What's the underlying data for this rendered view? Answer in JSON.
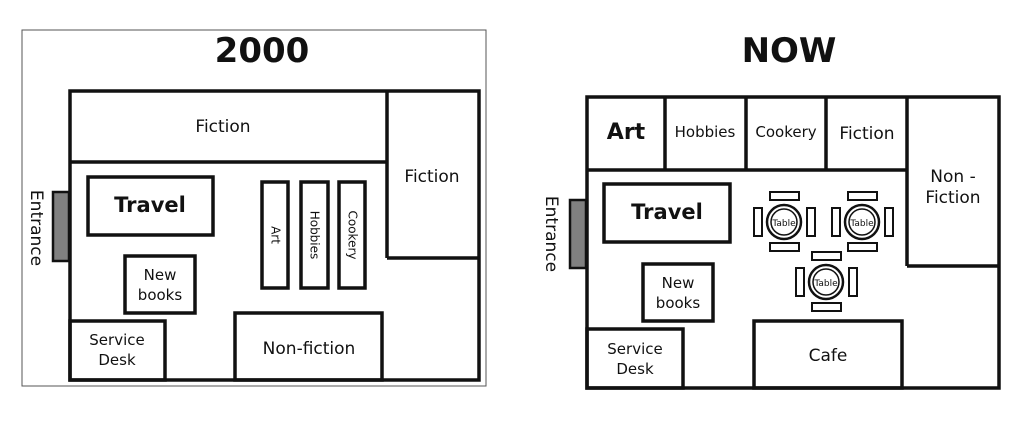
{
  "left_plan": {
    "title": "2000",
    "entrance": "Entrance",
    "rooms": {
      "fiction_top": "Fiction",
      "fiction_right": "Fiction",
      "travel": "Travel",
      "art": "Art",
      "hobbies": "Hobbies",
      "cookery": "Cookery",
      "new_books_line1": "New",
      "new_books_line2": "books",
      "service_desk_line1": "Service",
      "service_desk_line2": "Desk",
      "non_fiction": "Non-fiction"
    }
  },
  "right_plan": {
    "title": "NOW",
    "entrance": "Entrance",
    "rooms": {
      "art": "Art",
      "hobbies": "Hobbies",
      "cookery": "Cookery",
      "fiction": "Fiction",
      "non_fiction_line1": "Non -",
      "non_fiction_line2": "Fiction",
      "travel": "Travel",
      "new_books_line1": "New",
      "new_books_line2": "books",
      "service_desk_line1": "Service",
      "service_desk_line2": "Desk",
      "cafe": "Cafe"
    },
    "tables": [
      "Table",
      "Table",
      "Table"
    ]
  },
  "colors": {
    "line": "#111111",
    "entrance_door": "#808080"
  }
}
